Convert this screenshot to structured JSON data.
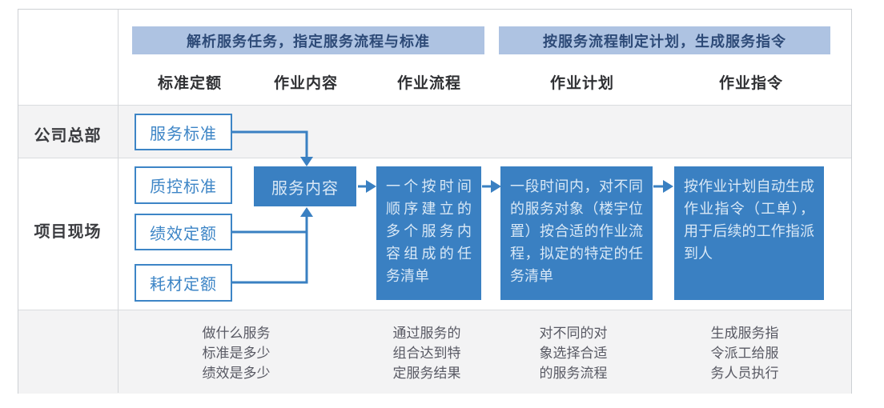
{
  "diagram": {
    "banners": {
      "parse": "解析服务任务，指定服务流程与标准",
      "plan": "按服务流程制定计划，生成服务指令"
    },
    "columns": [
      "标准定额",
      "作业内容",
      "作业流程",
      "作业计划",
      "作业指令"
    ],
    "row_labels": {
      "hq": "公司总部",
      "site": "项目现场"
    },
    "boxes": {
      "service_standard": "服务标准",
      "qc_standard": "质控标准",
      "performance_quota": "绩效定额",
      "consumable_quota": "耗材定额",
      "service_content": "服务内容",
      "work_flow_desc": "一个按时间顺序建立的多个服务内容组成的任务清单",
      "work_plan_desc": "一段时间内，对不同的服务对象（楼宇位置）按合适的作业流程，拟定的特定的任务清单",
      "work_order_desc": "按作业计划自动生成作业指令（工单），用于后续的工作指派到人"
    },
    "footnotes": [
      "做什么服务\n标准是多少\n绩效是多少",
      "通过服务的\n组合达到特\n定服务结果",
      "对不同的对\n象选择合适\n的服务流程",
      "生成服务指\n令派工给服\n务人员执行"
    ],
    "colors": {
      "banner_bg": "#aec3e2",
      "banner_text": "#2d4a77",
      "solid_box_bg": "#3a80c2",
      "solid_box_text": "#d9e8f6",
      "outline_box": "#3d85c6",
      "row_band_bg": "#f3f3f4",
      "grid_line": "#cdd0d4"
    }
  }
}
